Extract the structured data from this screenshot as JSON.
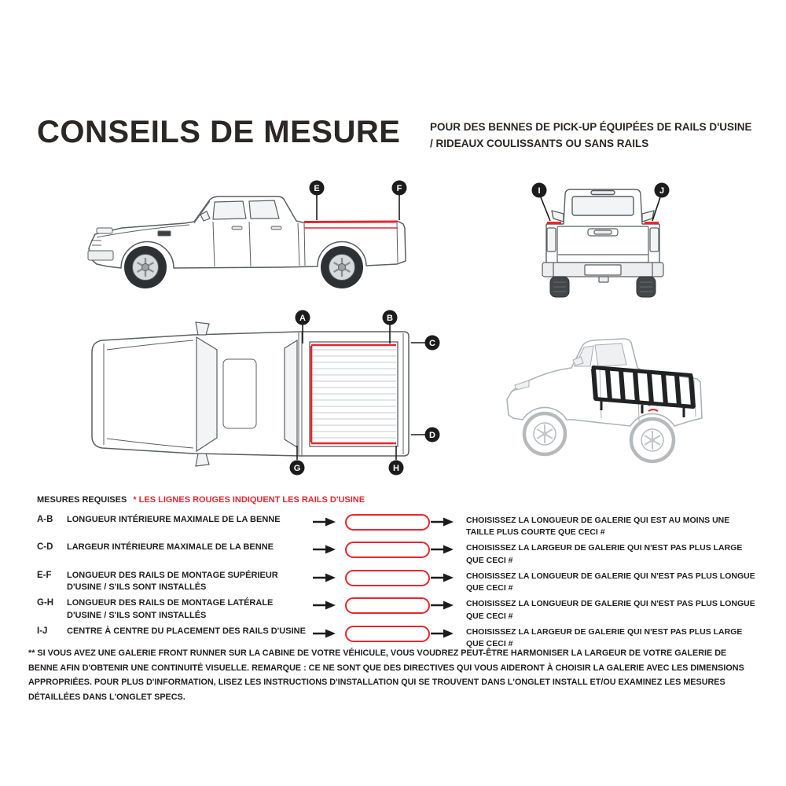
{
  "page": {
    "title": "CONSEILS DE MESURE",
    "subtitle": "POUR DES BENNES DE PICK-UP ÉQUIPÉES DE RAILS D'USINE / RIDEAUX COULISSANTS OU SANS RAILS"
  },
  "markers": {
    "side": [
      "E",
      "F"
    ],
    "rear": [
      "I",
      "J"
    ],
    "top": [
      "A",
      "B",
      "C",
      "D",
      "G",
      "H"
    ]
  },
  "measurements": {
    "heading": "MESURES REQUISES",
    "note": "* LES LIGNES ROUGES INDIQUENT LES RAILS D'USINE",
    "rows": [
      {
        "code": "A-B",
        "label": "LONGUEUR INTÉRIEURE MAXIMALE DE LA BENNE",
        "value": "",
        "instruction": "CHOISISSEZ LA LONGUEUR DE GALERIE QUI EST AU MOINS UNE TAILLE PLUS COURTE QUE CECI #"
      },
      {
        "code": "C-D",
        "label": "LARGEUR INTÉRIEURE MAXIMALE DE LA BENNE",
        "value": "",
        "instruction": "CHOISISSEZ LA LARGEUR DE GALERIE QUI N'EST PAS PLUS LARGE QUE CECI #"
      },
      {
        "code": "E-F",
        "label": "LONGUEUR DES RAILS DE MONTAGE SUPÉRIEUR D'USINE / S'ILS SONT INSTALLÉS",
        "value": "",
        "instruction": "CHOISISSEZ LA LONGUEUR DE GALERIE QUI N'EST PAS PLUS LONGUE QUE CECI #"
      },
      {
        "code": "G-H",
        "label": "LONGUEUR DES RAILS DE MONTAGE LATÉRALE D'USINE / S'ILS SONT INSTALLÉS",
        "value": "",
        "instruction": "CHOISISSEZ LA LONGUEUR DE GALERIE QUI N'EST PAS PLUS LONGUE QUE CECI #"
      },
      {
        "code": "I-J",
        "label": "CENTRE À CENTRE DU PLACEMENT DES RAILS D'USINE",
        "value": "",
        "instruction": "CHOISISSEZ LA LARGEUR DE GALERIE QUI N'EST PAS PLUS LARGE QUE CECI #"
      }
    ]
  },
  "footer": {
    "text": "** SI VOUS AVEZ UNE GALERIE FRONT RUNNER SUR LA CABINE DE VOTRE VÉHICULE, VOUS VOUDREZ PEUT-ÊTRE HARMONISER LA LARGEUR DE VOTRE GALERIE DE BENNE AFIN D'OBTENIR UNE CONTINUITÉ VISUELLE. REMARQUE : CE NE SONT QUE DES DIRECTIVES QUI VOUS AIDERONT À CHOISIR LA GALERIE AVEC LES DIMENSIONS APPROPRIÉES. POUR PLUS D'INFORMATION, LISEZ LES INSTRUCTIONS D'INSTALLATION QUI SE TROUVENT DANS L'ONGLET INSTALL ET/OU EXAMINEZ LES MESURES DÉTAILLÉES DANS L'ONGLET SPECS."
  },
  "colors": {
    "accent_red": "#e8262d",
    "ink": "#232020",
    "diagram_line": "#5b5f62",
    "diagram_line_light": "#aeb3b6"
  }
}
